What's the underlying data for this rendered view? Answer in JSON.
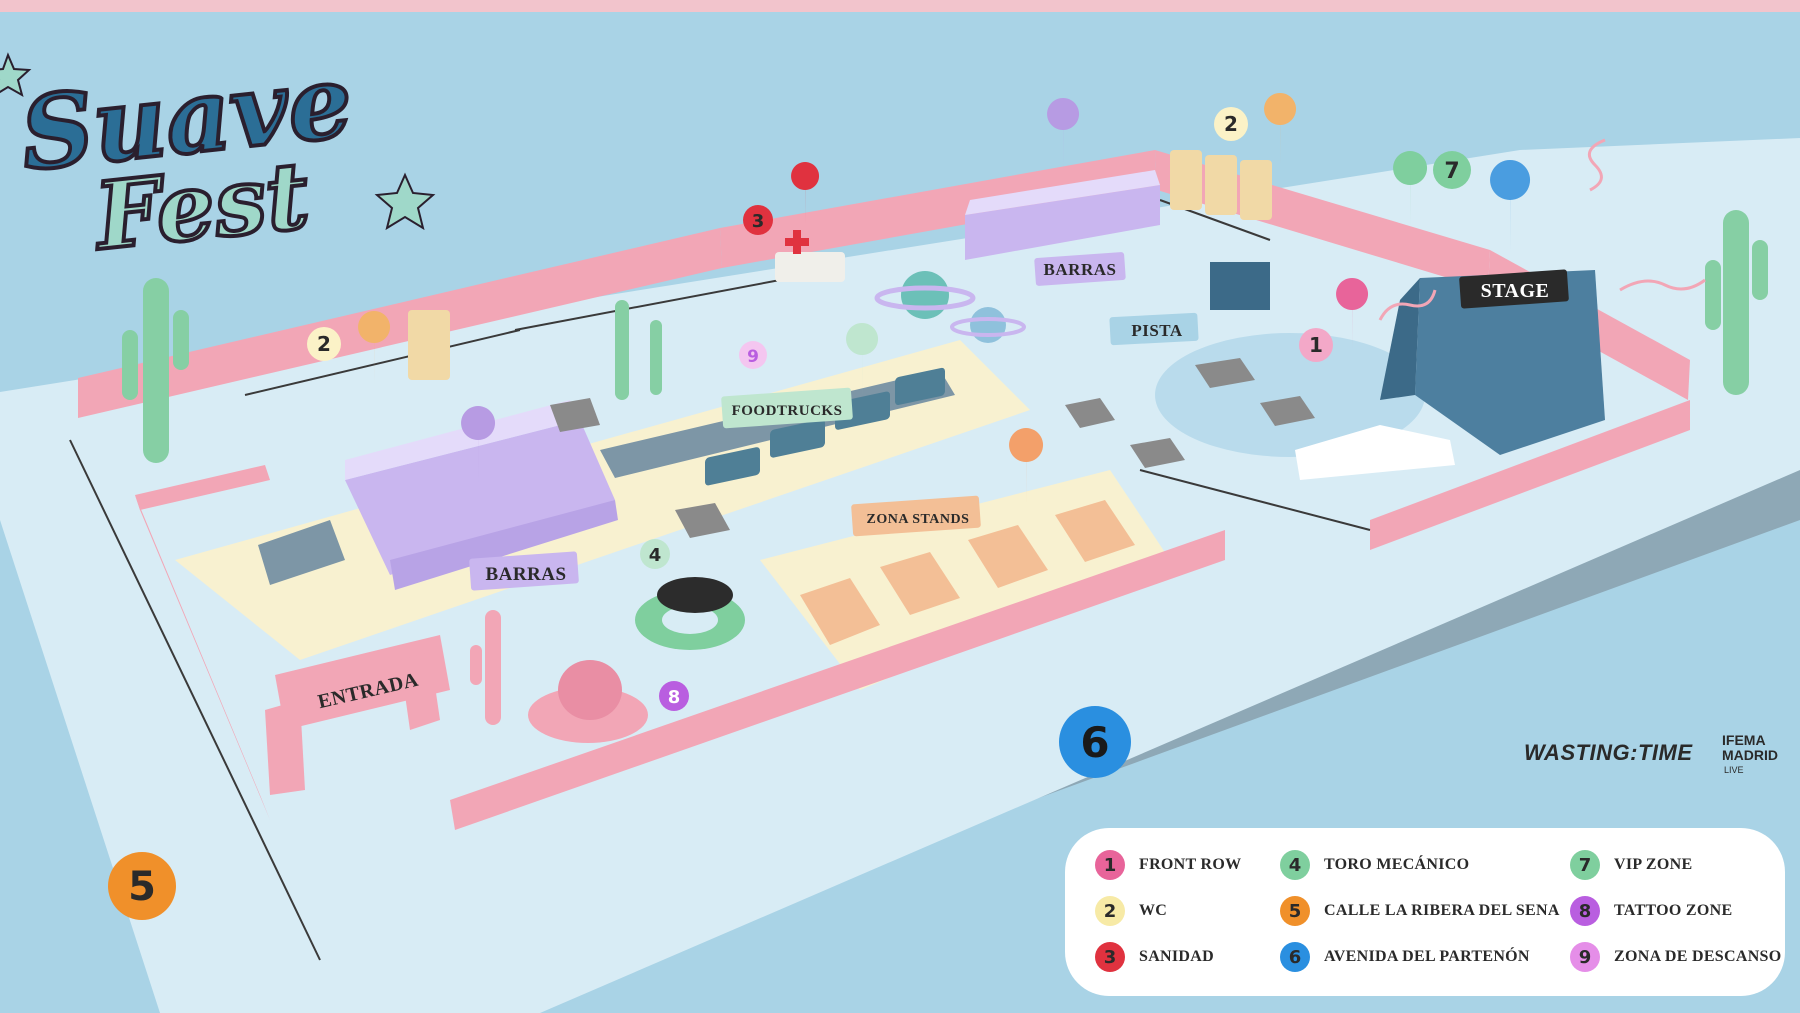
{
  "logo": {
    "line1": "Suave",
    "line2": "Fest"
  },
  "map_labels": {
    "barras_top": "BARRAS",
    "barras_left": "BARRAS",
    "pista": "PISTA",
    "stage": "STAGE",
    "foodtrucks": "FOODTRUCKS",
    "zona_stands": "ZONA STANDS",
    "entrada": "ENTRADA"
  },
  "map_markers": {
    "m1": "1",
    "m2a": "2",
    "m2b": "2",
    "m3": "3",
    "m4": "4",
    "m5": "5",
    "m6": "6",
    "m7": "7",
    "m8": "8",
    "m9": "9"
  },
  "legend": [
    {
      "num": "1",
      "label": "FRONT ROW",
      "color": "#e8649a"
    },
    {
      "num": "2",
      "label": "WC",
      "color": "#f7eaa6"
    },
    {
      "num": "3",
      "label": "SANIDAD",
      "color": "#e0323f"
    },
    {
      "num": "4",
      "label": "TORO MECÁNICO",
      "color": "#7fcf9e"
    },
    {
      "num": "5",
      "label": "CALLE LA RIBERA DEL SENA",
      "color": "#f0902a"
    },
    {
      "num": "6",
      "label": "AVENIDA DEL PARTENÓN",
      "color": "#2a8fe0"
    },
    {
      "num": "7",
      "label": "VIP ZONE",
      "color": "#7fcf9e"
    },
    {
      "num": "8",
      "label": "TATTOO ZONE",
      "color": "#b95ee0"
    },
    {
      "num": "9",
      "label": "ZONA DE DESCANSO",
      "color": "#e58ee8"
    }
  ],
  "sponsors": {
    "wasting_time": "WASTING:TIME",
    "ifema_1": "IFEMA",
    "ifema_2": "MADRID",
    "ifema_3": "LIVE"
  },
  "colors": {
    "sky": "#a9d3e6",
    "ground": "#d5ebf4",
    "wall": "#f2a6b6",
    "sand": "#f8f1d0",
    "road": "#7d96a6",
    "cactus": "#86cfa4",
    "stage": "#4d7f9f",
    "tent_purple": "#c9b6ef",
    "tent_orange": "#f3bf96"
  }
}
